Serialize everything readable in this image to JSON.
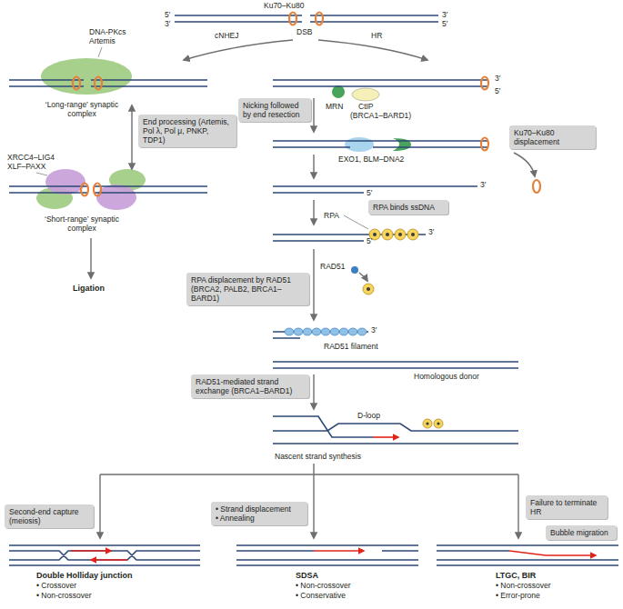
{
  "diagram": {
    "nodes": [
      {
        "text": [
          "Nicking followed by end resection"
        ]
      },
      {
        "text": [
          "End processing (Artemis, Pol λ, Pol μ, PNKP, TDP1)"
        ]
      },
      {
        "text": [
          "Ku70–Ku80 displacement"
        ]
      },
      {
        "text": [
          "RPA binds ssDNA"
        ]
      },
      {
        "text": [
          "RPA displacement by RAD51 (BRCA2, PALB2, BRCA1–BARD1)"
        ]
      },
      {
        "text": [
          "RAD51-mediated strand exchange (BRCA1–BARD1)"
        ]
      },
      {
        "text": [
          "Second-end capture (meiosis)"
        ]
      },
      {
        "text": [
          "• Strand displacement",
          "• Annealing"
        ]
      },
      {
        "text": [
          "Failure to terminate HR"
        ]
      },
      {
        "text": [
          "Bubble migration"
        ]
      }
    ],
    "labels": [
      "Ku70–Ku80",
      "5′",
      "3′",
      "3′",
      "5′",
      "DSB",
      "cNHEJ",
      "HR",
      "DNA-PKcs",
      "Artemis",
      "‘Long-range’ synaptic complex",
      "XRCC4–LIG4",
      "XLF–PAXX",
      "‘Short-range’ synaptic complex",
      "Ligation",
      "MRN",
      "CtIP",
      "(BRCA1–BARD1)",
      "3′",
      "5′",
      "EXO1, BLM–DNA2",
      "5′",
      "3′",
      "RPA",
      "5′",
      "3′",
      "RAD51",
      "3′",
      "RAD51 filament",
      "Homologous donor",
      "D-loop",
      "Nascent strand synthesis",
      "Double Holliday junction",
      "• Crossover",
      "• Non-crossover",
      "SDSA",
      "• Non-crossover",
      "• Conservative",
      "LTGC, BIR",
      "• Non-crossover",
      "• Error-prone"
    ]
  }
}
